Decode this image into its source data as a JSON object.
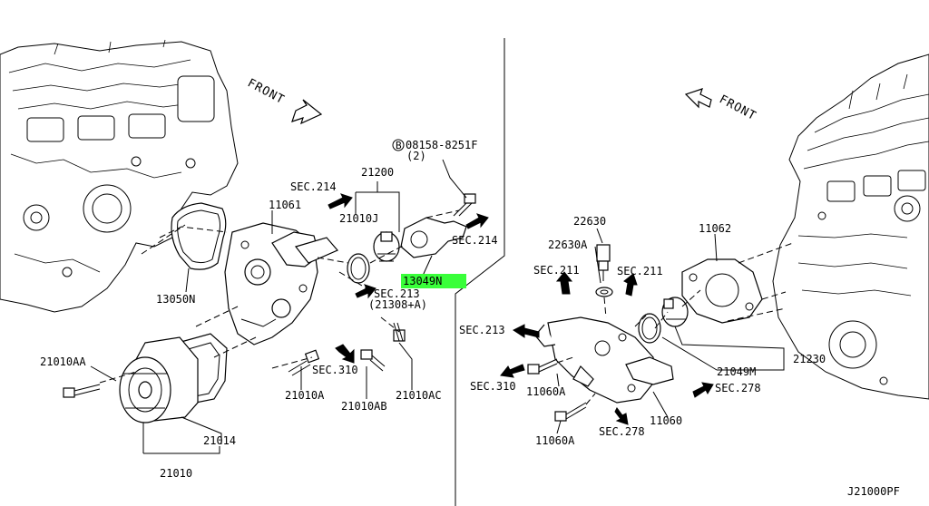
{
  "labels": {
    "front_left": "FRONT",
    "front_right": "FRONT",
    "bolt_top": "08158-8251F",
    "bolt_top_qty": "(2)",
    "bolt_top_prefix": "B",
    "p21200": "21200",
    "sec214_a": "SEC.214",
    "p21010j": "21010J",
    "p11061": "11061",
    "sec214_b": "SEC.214",
    "p13049n": "13049N",
    "p13050n": "13050N",
    "sec213_a": "SEC.213",
    "p21308a": "(21308+A)",
    "p21010aa": "21010AA",
    "sec310_a": "SEC.310",
    "p21010a": "21010A",
    "p21010ab": "21010AB",
    "p21010ac": "21010AC",
    "p21014": "21014",
    "p21010": "21010",
    "p22630": "22630",
    "p22630a": "22630A",
    "sec211_a": "SEC.211",
    "sec211_b": "SEC.211",
    "p11062": "11062",
    "sec213_b": "SEC.213",
    "sec310_b": "SEC.310",
    "p11060a_1": "11060A",
    "p21049m": "21049M",
    "p21230": "21230",
    "sec278_a": "SEC.278",
    "p11060": "11060",
    "p11060a_2": "11060A",
    "sec278_b": "SEC.278",
    "diagram_code": "J21000PF"
  },
  "colors": {
    "highlight": "#39ff3a",
    "ink": "#000000",
    "paper": "#ffffff"
  }
}
